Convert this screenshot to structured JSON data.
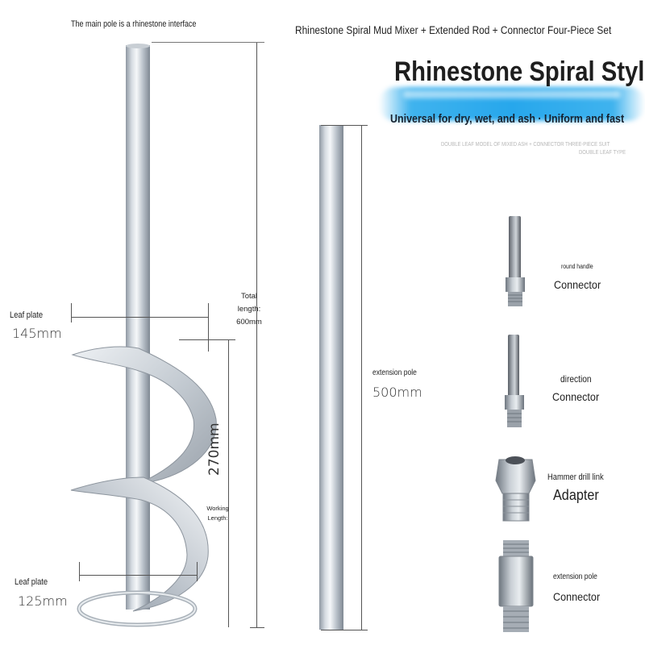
{
  "header": {
    "top_left_caption": "The main pole is a rhinestone interface",
    "set_title": "Rhinestone Spiral Mud Mixer + Extended Rod + Connector Four-Piece Set",
    "style_title": "Rhinestone Spiral Style",
    "subtitle": "Universal for dry, wet, and ash · Uniform and fast",
    "small_caps_line1": "DOUBLE LEAF MODEL OF MIXED ASH + CONNECTOR THREE-PIECE SUIT",
    "small_caps_line2": "DOUBLE LEAF TYPE"
  },
  "mixer": {
    "leaf_plate_top_label": "Leaf plate",
    "leaf_plate_top_value": "145mm",
    "total_label_line1": "Total",
    "total_label_line2": "length:",
    "total_label_line3": "600mm",
    "working_value": "270mm",
    "working_label_line1": "Working",
    "working_label_line2": "Length:",
    "leaf_plate_bottom_label": "Leaf plate",
    "leaf_plate_bottom_value": "125mm"
  },
  "extension_pole": {
    "label": "extension pole",
    "value": "500mm"
  },
  "parts": [
    {
      "small": "round handle",
      "name": "Connector"
    },
    {
      "small": "direction",
      "name": "Connector"
    },
    {
      "small": "Hammer drill link",
      "name": "Adapter"
    },
    {
      "small": "extension pole",
      "name": "Connector"
    }
  ],
  "colors": {
    "steel_light": "#e8ecf0",
    "steel_mid": "#b9c1ca",
    "steel_dark": "#8a929c",
    "accent_band": "#27a7ec",
    "text": "#222222"
  }
}
